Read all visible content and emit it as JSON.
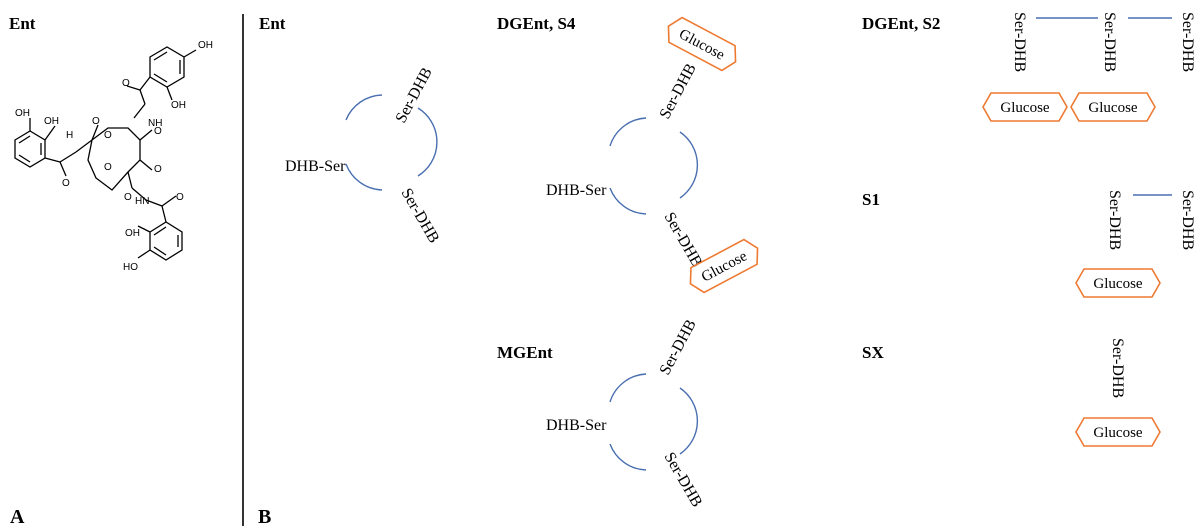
{
  "panel_a": {
    "title": "Ent",
    "letter": "A",
    "chem_labels": {
      "oh1": "OH",
      "oh2": "OH",
      "oh3": "OH",
      "oh4": "OH",
      "oh5": "OH",
      "oh6": "HO",
      "nh1": "NH",
      "nh2": "H",
      "nh3": "HN",
      "o1": "O",
      "o2": "O",
      "o3": "O",
      "o4": "O",
      "o5": "O",
      "o6": "O",
      "o7": "O",
      "o8": "O",
      "o9": "O"
    }
  },
  "panel_b": {
    "letter": "B",
    "ent": {
      "title": "Ent",
      "left": "DHB-Ser",
      "top": "Ser-DHB",
      "bottom": "Ser-DHB"
    },
    "dgent_s4": {
      "title": "DGEnt, S4",
      "left": "DHB-Ser",
      "top": "Ser-DHB",
      "bottom": "Ser-DHB",
      "glucose_top": "Glucose",
      "glucose_bottom": "Glucose"
    },
    "mgent": {
      "title": "MGEnt",
      "left": "DHB-Ser",
      "top": "Ser-DHB",
      "bottom": "Ser-DHB"
    },
    "dgent_s2": {
      "title": "DGEnt, S2",
      "unit1": "Ser-DHB",
      "unit2": "Ser-DHB",
      "unit3": "Ser-DHB",
      "glucose1": "Glucose",
      "glucose2": "Glucose"
    },
    "s1": {
      "title": "S1",
      "unit1": "Ser-DHB",
      "unit2": "Ser-DHB",
      "glucose": "Glucose"
    },
    "sx": {
      "title": "SX",
      "unit1": "Ser-DHB",
      "glucose": "Glucose"
    }
  },
  "colors": {
    "ring": "#4a6fb0",
    "glucose": "#ee7a32",
    "text": "#000000"
  }
}
